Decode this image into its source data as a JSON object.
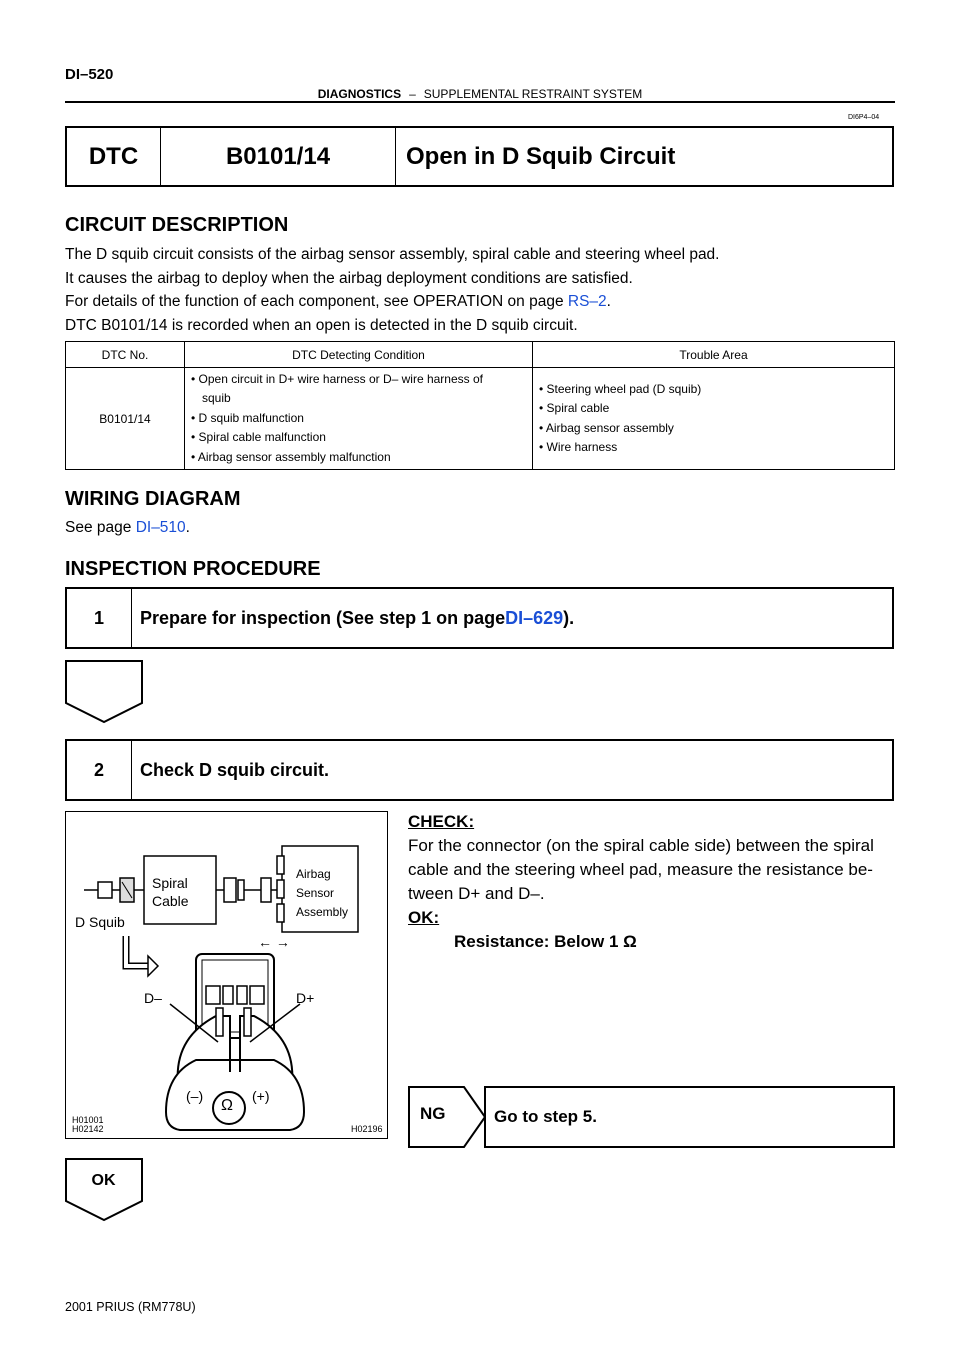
{
  "header": {
    "page_number": "DI–520",
    "section": "DIAGNOSTICS",
    "separator": "–",
    "subsection": "SUPPLEMENTAL RESTRAINT SYSTEM",
    "doc_code": "DI6P4–04"
  },
  "dtc": {
    "label": "DTC",
    "code": "B0101/14",
    "title": "Open in D Squib Circuit"
  },
  "circuit_description": {
    "heading": "CIRCUIT DESCRIPTION",
    "line1": "The D squib circuit consists of the airbag sensor assembly, spiral cable and steering wheel pad.",
    "line2": "It causes the airbag to deploy when the airbag deployment conditions are satisfied.",
    "line3_prefix": "For details of the function of each component, see OPERATION on page ",
    "line3_link": "RS–2",
    "line3_suffix": ".",
    "line4": "DTC B0101/14 is recorded when an open is detected in the D squib circuit."
  },
  "table": {
    "headers": [
      "DTC No.",
      "DTC Detecting Condition",
      "Trouble Area"
    ],
    "dtc_no": "B0101/14",
    "conditions": [
      "• Open circuit in D+ wire harness or D– wire harness of",
      "   squib",
      "• D squib malfunction",
      "• Spiral cable malfunction",
      "• Airbag sensor assembly malfunction"
    ],
    "areas": [
      "• Steering wheel pad (D squib)",
      "• Spiral cable",
      "• Airbag sensor assembly",
      "• Wire harness"
    ]
  },
  "wiring": {
    "heading": "WIRING DIAGRAM",
    "text": "See page ",
    "link": "DI–510",
    "suffix": "."
  },
  "inspection": {
    "heading": "INSPECTION PROCEDURE"
  },
  "step1": {
    "number": "1",
    "text": "Prepare for inspection (See step 1 on page ",
    "link": "DI–629",
    "suffix": ")."
  },
  "step2": {
    "number": "2",
    "text": "Check D squib circuit."
  },
  "figure": {
    "spiral_cable_1": "Spiral",
    "spiral_cable_2": "Cable",
    "airbag_1": "Airbag",
    "airbag_2": "Sensor",
    "airbag_3": "Assembly",
    "d_squib": "D Squib",
    "arrows": "← →",
    "d_minus": "D–",
    "d_plus": "D+",
    "neg": "(–)",
    "pos": "(+)",
    "ohm": "Ω",
    "code1": "H01001",
    "code2": "H02142",
    "code3": "H02196"
  },
  "check": {
    "label": "CHECK:",
    "line1": "For the connector (on the spiral cable side) between the spiral",
    "line2": "cable and the steering wheel pad, measure the resistance be-",
    "line3": "tween D+ and D–.",
    "ok_label": "OK:",
    "result": "Resistance: Below 1 Ω"
  },
  "ng": {
    "label": "NG",
    "text": "Go to step 5."
  },
  "ok": {
    "label": "OK"
  },
  "footer": {
    "text": "2001 PRIUS   (RM778U)"
  }
}
